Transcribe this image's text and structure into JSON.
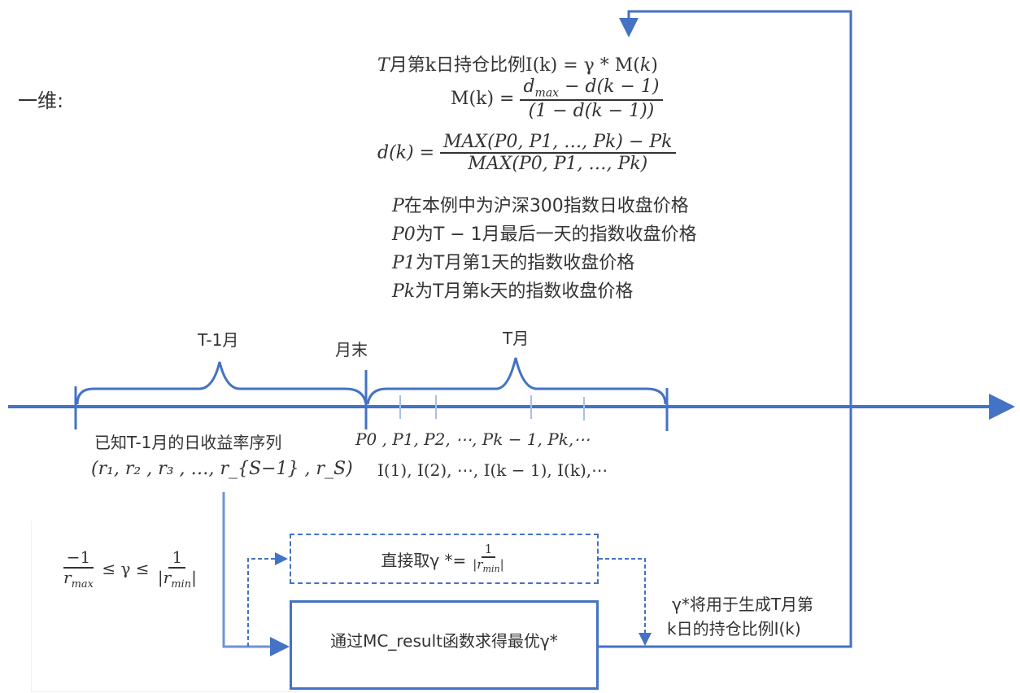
{
  "section_title": "一维:",
  "formulas": {
    "line1_prefix_italic": "T",
    "line1_text": "月第k日持仓比例I(k) =  γ * M(",
    "line1_k": "k",
    "line1_close": ")",
    "m_lhs": "M(k) =",
    "m_num": "d_max − d(k − 1)",
    "m_num_d": "d",
    "m_num_sub": "max",
    "m_num_rest": " − d(k − 1)",
    "m_den": "(1 − d(k − 1))",
    "d_lhs": "d(k) =",
    "d_num": "MAX(P0, P1, …, Pk) − Pk",
    "d_den": "MAX(P0, P1, …, Pk)"
  },
  "notes": [
    {
      "var": "P",
      "text": "在本例中为沪深300指数日收盘价格"
    },
    {
      "var": "P0",
      "text": "为T − 1月最后一天的指数收盘价格"
    },
    {
      "var": "P1",
      "text": "为T月第1天的指数收盘价格"
    },
    {
      "var": "Pk",
      "text": "为T月第k天的指数收盘价格"
    }
  ],
  "timeline": {
    "prev_month_label": "T-1月",
    "month_end_label": "月末",
    "month_label": "T月",
    "known_returns_label": "已知T-1月的日收益率序列",
    "returns_sequence": "(r₁, r₂ , r₃ , …, r_{S−1} , r_S)",
    "prices_sequence": "P0 , P1,  P2,    ⋯, Pk − 1,  Pk,⋯",
    "positions_sequence": "I(1),  I(2),   ⋯, I(k − 1), I(k),⋯"
  },
  "constraint": {
    "left_num": "−1",
    "left_den_var": "r",
    "left_den_sub": "max",
    "middle": "≤ γ ≤",
    "right_num": "1",
    "right_den_var": "|r",
    "right_den_sub": "min",
    "right_den_close": "|"
  },
  "boxes": {
    "direct": {
      "prefix": "直接取γ *=",
      "frac_num": "1",
      "frac_den_var": "|r",
      "frac_den_sub": "min",
      "frac_den_close": "|"
    },
    "mc": {
      "label": "通过MC_result函数求得最优γ*"
    }
  },
  "output_note": {
    "line1": "γ*将用于生成T月第",
    "line2": "k日的持仓比例I(k)"
  },
  "colors": {
    "accent": "#4472c4",
    "text": "#333333"
  }
}
